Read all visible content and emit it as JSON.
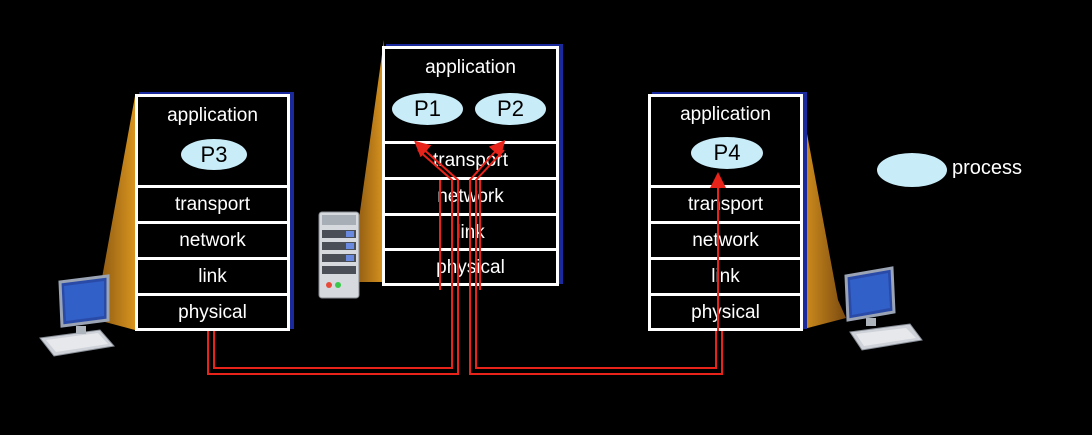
{
  "host_left": {
    "application": "application",
    "process": "P3",
    "layers": [
      "transport",
      "network",
      "link",
      "physical"
    ]
  },
  "host_server": {
    "application": "application",
    "processes": [
      "P1",
      "P2"
    ],
    "layers": [
      "transport",
      "network",
      "link",
      "physical"
    ]
  },
  "host_right": {
    "application": "application",
    "process": "P4",
    "layers": [
      "transport",
      "network",
      "link",
      "physical"
    ]
  },
  "legend": {
    "label": "process"
  },
  "colors": {
    "background": "#000000",
    "stack_border": "#ffffff",
    "stack_shadow": "#1a2a9c",
    "process_fill": "#c8ecf8",
    "link_red": "#e8231a",
    "wedge_orange": "#c8861c"
  },
  "icons": {
    "left_device": "desktop-computer-icon",
    "server_device": "server-icon",
    "right_device": "desktop-computer-icon"
  }
}
